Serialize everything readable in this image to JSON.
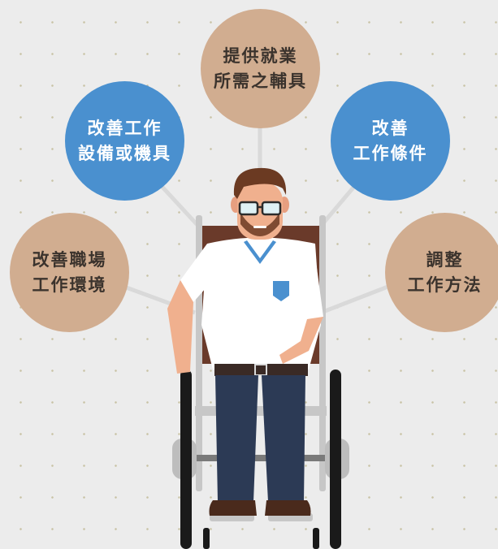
{
  "bubbles": {
    "top": {
      "line1": "提供就業",
      "line2": "所需之輔具",
      "color": "#d1ad90"
    },
    "upper_left": {
      "line1": "改善工作",
      "line2": "設備或機具",
      "color": "#4a90cf"
    },
    "upper_right": {
      "line1": "改善",
      "line2": "工作條件",
      "color": "#4a90cf"
    },
    "left": {
      "line1": "改善職場",
      "line2": "工作環境",
      "color": "#d1ad90"
    },
    "right": {
      "line1": "調整",
      "line2": "工作方法",
      "color": "#d1ad90"
    }
  },
  "palette": {
    "background": "#ececec",
    "tan": "#d1ad90",
    "blue": "#4a90cf",
    "shirt": "#ffffff",
    "pants": "#2c3a55",
    "hair": "#6b3a22",
    "skin": "#f0b08e",
    "chair_back": "#6a3a2a"
  }
}
